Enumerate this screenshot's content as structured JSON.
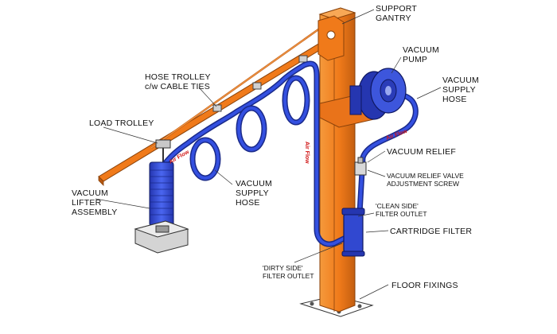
{
  "labels": {
    "support_gantry": [
      "SUPPORT",
      "GANTRY"
    ],
    "vacuum_pump": [
      "VACUUM",
      "PUMP"
    ],
    "vacuum_supply_hose_right": [
      "VACUUM",
      "SUPPLY",
      "HOSE"
    ],
    "hose_trolley": [
      "HOSE TROLLEY",
      "c/w CABLE TIES"
    ],
    "load_trolley": "LOAD TROLLEY",
    "vacuum_relief": "VACUUM RELIEF",
    "vacuum_relief_valve": [
      "VACUUM RELIEF VALVE",
      "ADJUSTMENT SCREW"
    ],
    "vacuum_lifter_assembly": [
      "VACUUM",
      "LIFTER",
      "ASSEMBLY"
    ],
    "vacuum_supply_hose_mid": [
      "VACUUM",
      "SUPPLY",
      "HOSE"
    ],
    "clean_side": [
      "'CLEAN SIDE'",
      "FILTER OUTLET"
    ],
    "cartridge_filter": "CARTRIDGE FILTER",
    "dirty_side": [
      "'DIRTY SIDE'",
      "FILTER OUTLET"
    ],
    "floor_fixings": "FLOOR FIXINGS"
  },
  "flow_labels": {
    "air_flow": "Air Flow",
    "air_flow_vertical": "Air Flow"
  },
  "colors": {
    "gantry_orange": "#f07a1a",
    "gantry_dark": "#b85810",
    "hose_blue": "#2a3fc4",
    "hose_dark": "#1a2a8a",
    "lifter_blue": "#3e58e0",
    "flow_red": "#d01515"
  }
}
